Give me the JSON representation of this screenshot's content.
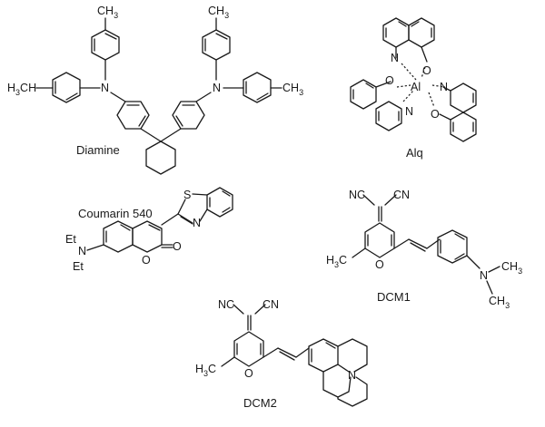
{
  "molecules": {
    "diamine": {
      "name": "Diamine",
      "ch3": "CH",
      "h3c": "H",
      "sub3": "3",
      "n": "N"
    },
    "alq": {
      "name": "Alq",
      "al": "Al",
      "o": "O",
      "n": "N"
    },
    "coumarin": {
      "name": "Coumarin 540",
      "s": "S",
      "n": "N",
      "o": "O",
      "et": "Et"
    },
    "dcm1": {
      "name": "DCM1",
      "nc": "NC",
      "cn": "CN",
      "h3c": "H",
      "sub3": "3",
      "o": "O",
      "n": "N",
      "ch3": "CH"
    },
    "dcm2": {
      "name": "DCM2",
      "nc": "NC",
      "cn": "CN",
      "h3c": "H",
      "sub3": "3",
      "o": "O",
      "n": "N"
    }
  }
}
